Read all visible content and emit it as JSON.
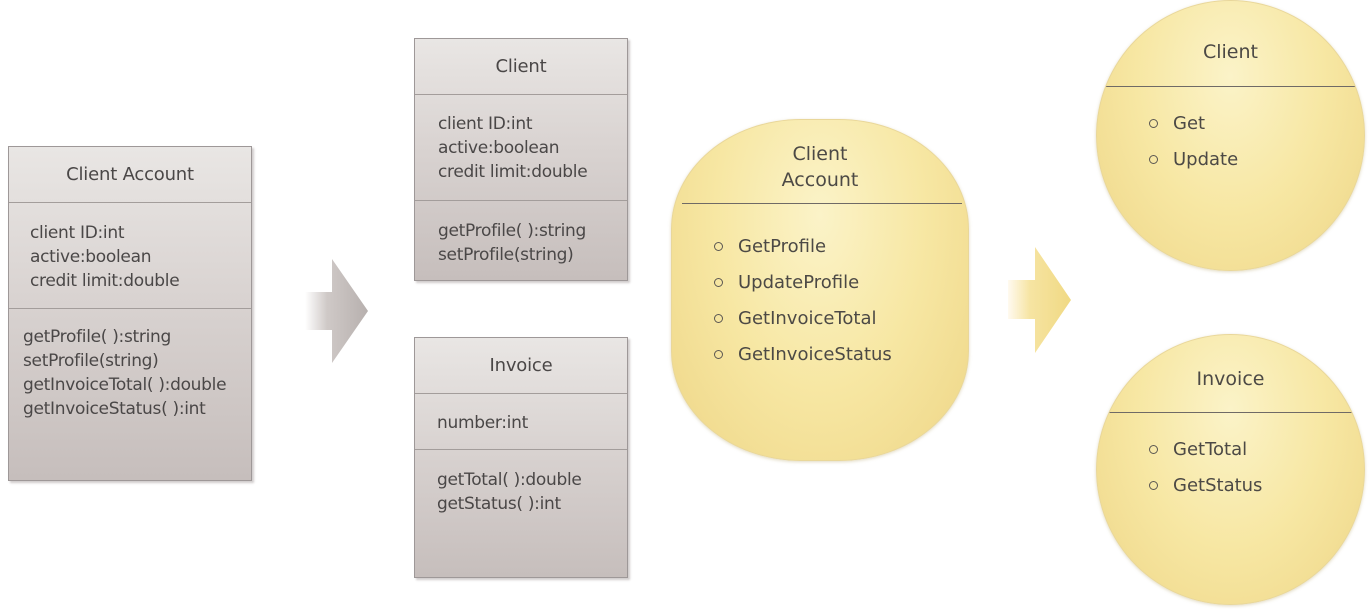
{
  "left_class": {
    "title": "Client Account",
    "attributes": [
      "client ID:int",
      "active:boolean",
      "credit limit:double"
    ],
    "methods": [
      "getProfile( ):string",
      "setProfile(string)",
      "getInvoiceTotal( ):double",
      "getInvoiceStatus( ):int"
    ]
  },
  "client_class": {
    "title": "Client",
    "attributes": [
      "client ID:int",
      "active:boolean",
      "credit limit:double"
    ],
    "methods": [
      "getProfile( ):string",
      "setProfile(string)"
    ]
  },
  "invoice_class": {
    "title": "Invoice",
    "attributes": [
      "number:int"
    ],
    "methods": [
      "getTotal( ):double",
      "getStatus( ):int"
    ]
  },
  "account_object": {
    "title_line1": "Client",
    "title_line2": "Account",
    "operations": [
      "GetProfile",
      "UpdateProfile",
      "GetInvoiceTotal",
      "GetInvoiceStatus"
    ]
  },
  "client_object": {
    "title": "Client",
    "operations": [
      "Get",
      "Update"
    ]
  },
  "invoice_object": {
    "title": "Invoice",
    "operations": [
      "GetTotal",
      "GetStatus"
    ]
  },
  "colors": {
    "gray_arrow": "#bdb6b4",
    "gold_arrow": "#f3dc8a",
    "object_fill": "#f7e7a3",
    "class_fill": "#d9d3d1"
  }
}
